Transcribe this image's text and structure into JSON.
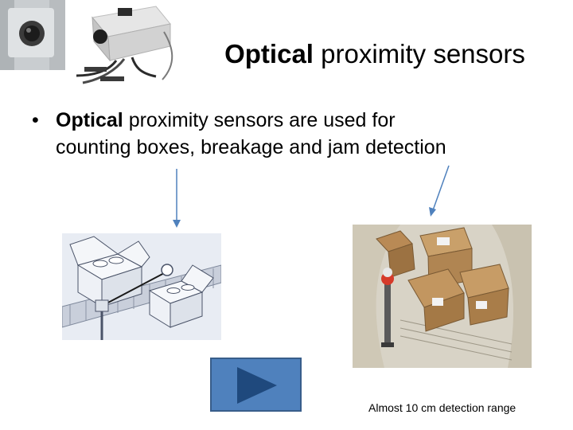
{
  "slide": {
    "title_bold": "Optical",
    "title_rest": " proximity sensors",
    "bullet": {
      "marker": "•",
      "bold": "Optical",
      "line1_rest": " proximity sensors are used for",
      "line2": "counting boxes, breakage and jam detection"
    },
    "caption": "Almost 10 cm detection range"
  },
  "colors": {
    "play_button_fill": "#4f81bd",
    "play_button_border": "#385d8a",
    "play_triangle": "#1f497d",
    "pointer_arrow": "#4f81bd"
  },
  "icons": {
    "play_button": "play-icon"
  }
}
